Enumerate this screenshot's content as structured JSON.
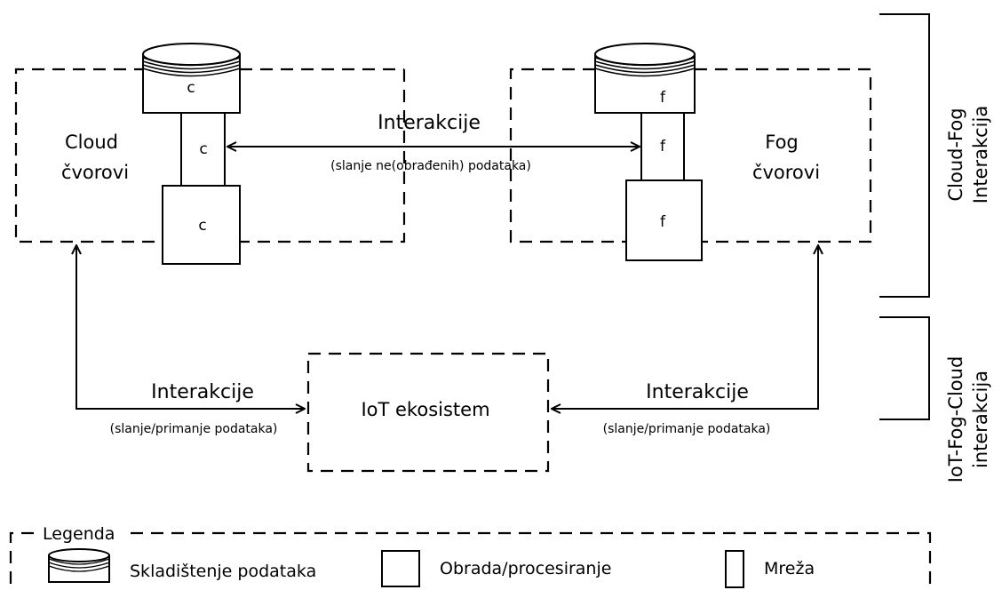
{
  "cloud": {
    "label_line1": "Cloud",
    "label_line2": "čvorovi",
    "storage_letter": "c",
    "network_letter": "c",
    "processing_letter": "c"
  },
  "fog": {
    "label_line1": "Fog",
    "label_line2": "čvorovi",
    "storage_letter": "f",
    "network_letter": "f",
    "processing_letter": "f"
  },
  "cloud_fog_link": {
    "title": "Interakcije",
    "subtitle": "(slanje ne(obrađenih) podataka)"
  },
  "iot": {
    "label": "IoT ekosistem"
  },
  "left_link": {
    "title": "Interakcije",
    "subtitle": "(slanje/primanje podataka)"
  },
  "right_link": {
    "title": "Interakcije",
    "subtitle": "(slanje/primanje podataka)"
  },
  "brackets": {
    "top_line1": "Cloud-Fog",
    "top_line2": "Interakcija",
    "bottom_line1": "IoT-Fog-Cloud",
    "bottom_line2": "interakcija"
  },
  "legend": {
    "title": "Legenda",
    "storage": "Skladištenje podataka",
    "processing": "Obrada/procesiranje",
    "network": "Mreža"
  }
}
